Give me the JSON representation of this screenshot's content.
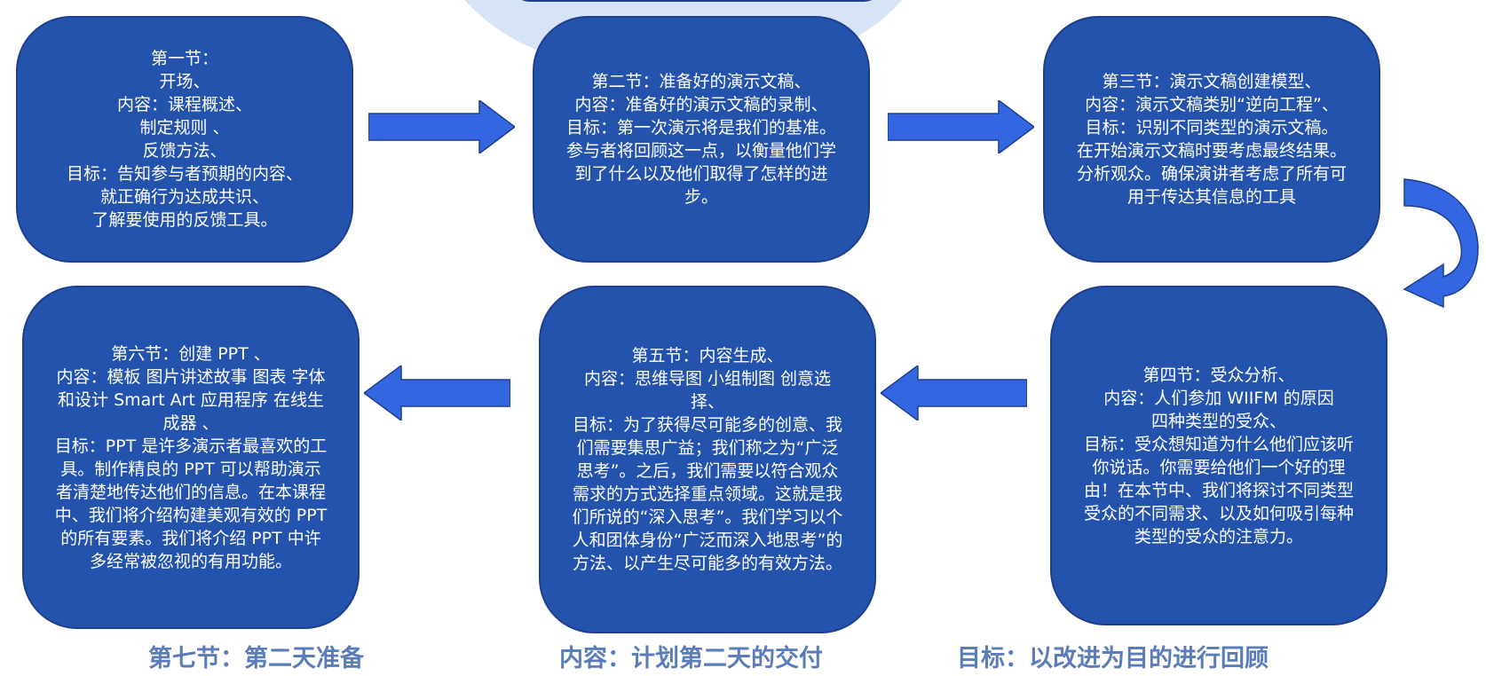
{
  "colors": {
    "box_fill": "#2453ad",
    "box_border": "#1d3f8c",
    "arrow_fill": "#3366e0",
    "footer_text": "#5a7db8",
    "background_blob": "#d6e4f5"
  },
  "steps": [
    {
      "text": "第一节：\n开场、\n内容：课程概述、\n制定规则 、\n反馈方法、\n目标：告知参与者预期的内容、\n就正确行为达成共识、\n了解要使用的反馈工具。"
    },
    {
      "text": "第二节：准备好的演示文稿、\n内容：准备好的演示文稿的录制、\n目标：第一次演示将是我们的基准。参与者将回顾这一点，以衡量他们学到了什么以及他们取得了怎样的进步。"
    },
    {
      "text": "第三节：演示文稿创建模型、\n内容：演示文稿类别“逆向工程”、\n目标：识别不同类型的演示文稿。\n在开始演示文稿时要考虑最终结果。\n分析观众。确保演讲者考虑了所有可用于传达其信息的工具"
    },
    {
      "text": "第四节：受众分析、\n内容：人们参加 WIIFM 的原因\n四种类型的受众、\n目标：受众想知道为什么他们应该听你说话。你需要给他们一个好的理由！在本节中、我们将探讨不同类型受众的不同需求、以及如何吸引每种类型的受众的注意力。"
    },
    {
      "text": "第五节：内容生成、\n内容：思维导图 小组制图 创意选择、\n目标：为了获得尽可能多的创意、我们需要集思广益；我们称之为“广泛思考”。之后，我们需要以符合观众需求的方式选择重点领域。这就是我们所说的“深入思考”。我们学习以个人和团体身份“广泛而深入地思考”的方法、以产生尽可能多的有效方法。"
    },
    {
      "text": "第六节：创建 PPT 、\n内容：模板 图片讲述故事 图表 字体和设计 Smart Art 应用程序 在线生成器 、\n目标：PPT 是许多演示者最喜欢的工具。制作精良的 PPT 可以帮助演示者清楚地传达他们的信息。在本课程中、我们将介绍构建美观有效的 PPT 的所有要素。我们将介绍 PPT 中许多经常被忽视的有用功能。"
    }
  ],
  "footer": {
    "section": "第七节：第二天准备",
    "content": "内容：计划第二天的交付",
    "goal": "目标：以改进为目的进行回顾"
  }
}
